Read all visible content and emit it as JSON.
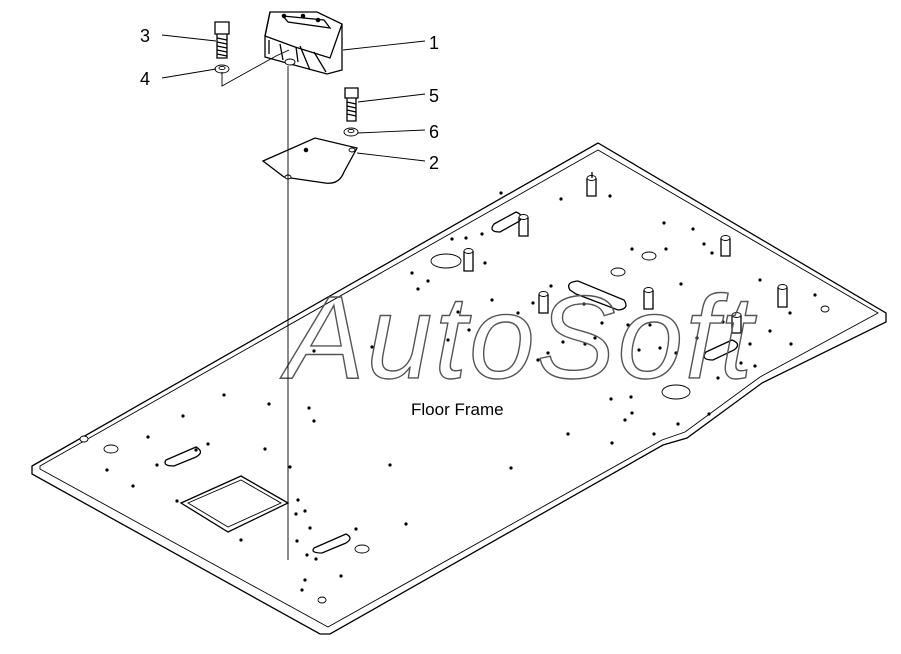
{
  "diagram": {
    "part_name": "Floor Frame",
    "watermark": "AutoSoft",
    "callouts": [
      {
        "number": "1",
        "part": "cover-bracket"
      },
      {
        "number": "2",
        "part": "mounting-plate"
      },
      {
        "number": "3",
        "part": "bolt"
      },
      {
        "number": "4",
        "part": "washer"
      },
      {
        "number": "5",
        "part": "bolt"
      },
      {
        "number": "6",
        "part": "washer"
      }
    ]
  }
}
